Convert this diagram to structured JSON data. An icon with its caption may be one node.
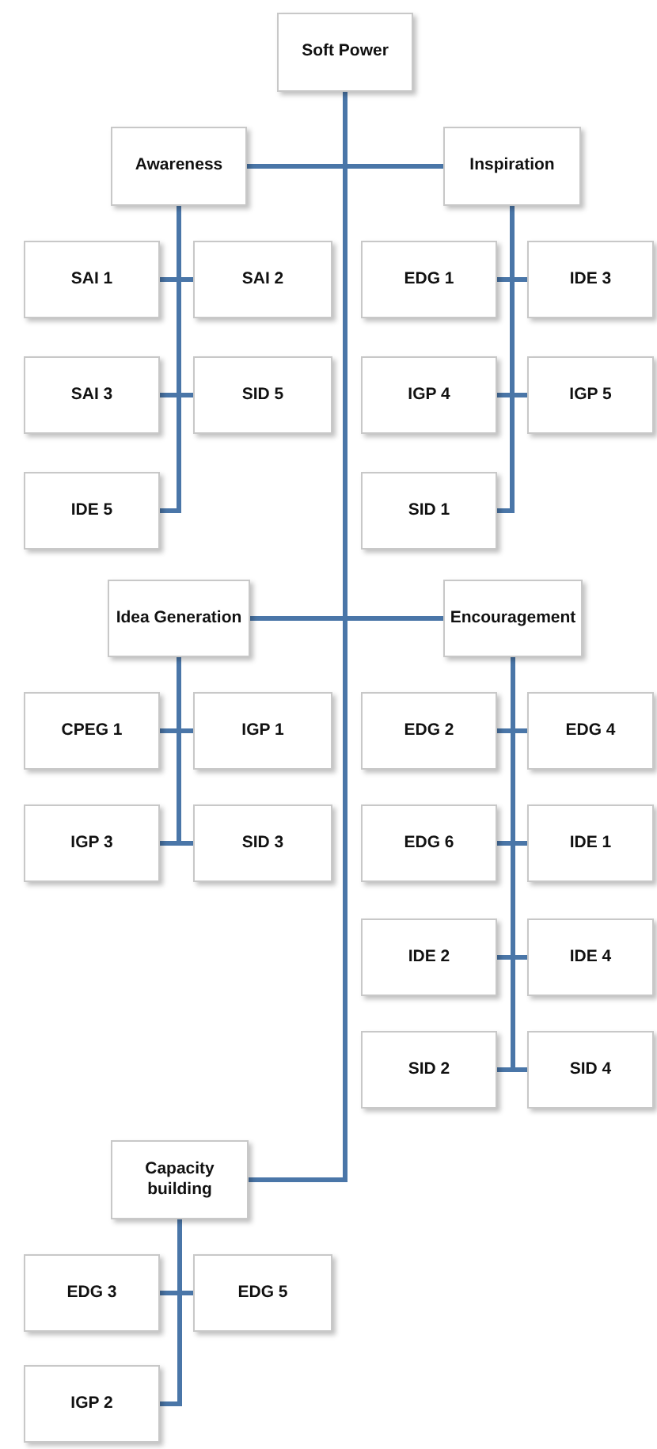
{
  "diagram": {
    "nodes": [
      {
        "text": [
          "Soft Power"
        ]
      },
      {
        "text": [
          "Awareness"
        ]
      },
      {
        "text": [
          "Inspiration"
        ]
      },
      {
        "text": [
          "SAI 1"
        ]
      },
      {
        "text": [
          "SAI 2"
        ]
      },
      {
        "text": [
          "EDG 1"
        ]
      },
      {
        "text": [
          "IDE 3"
        ]
      },
      {
        "text": [
          "SAI 3"
        ]
      },
      {
        "text": [
          "SID 5"
        ]
      },
      {
        "text": [
          "IGP 4"
        ]
      },
      {
        "text": [
          "IGP 5"
        ]
      },
      {
        "text": [
          "IDE 5"
        ]
      },
      {
        "text": [
          "SID 1"
        ]
      },
      {
        "text": [
          "Idea Generation"
        ]
      },
      {
        "text": [
          "Encouragement"
        ]
      },
      {
        "text": [
          "CPEG 1"
        ]
      },
      {
        "text": [
          "IGP 1"
        ]
      },
      {
        "text": [
          "EDG 2"
        ]
      },
      {
        "text": [
          "EDG 4"
        ]
      },
      {
        "text": [
          "IGP 3"
        ]
      },
      {
        "text": [
          "SID 3"
        ]
      },
      {
        "text": [
          "EDG 6"
        ]
      },
      {
        "text": [
          "IDE 1"
        ]
      },
      {
        "text": [
          "IDE 2"
        ]
      },
      {
        "text": [
          "IDE 4"
        ]
      },
      {
        "text": [
          "SID 2"
        ]
      },
      {
        "text": [
          "SID 4"
        ]
      },
      {
        "text": [
          "Capacity building"
        ]
      },
      {
        "text": [
          "EDG 3"
        ]
      },
      {
        "text": [
          "EDG 5"
        ]
      },
      {
        "text": [
          "IGP 2"
        ]
      }
    ],
    "edges": [
      {
        "from": 0,
        "to": 1,
        "arrow": "none"
      },
      {
        "from": 0,
        "to": 2,
        "arrow": "none"
      },
      {
        "from": 0,
        "to": 13,
        "arrow": "none"
      },
      {
        "from": 0,
        "to": 14,
        "arrow": "none"
      },
      {
        "from": 0,
        "to": 27,
        "arrow": "none"
      },
      {
        "from": 1,
        "to": 3,
        "arrow": "none"
      },
      {
        "from": 1,
        "to": 4,
        "arrow": "none"
      },
      {
        "from": 1,
        "to": 7,
        "arrow": "none"
      },
      {
        "from": 1,
        "to": 8,
        "arrow": "none"
      },
      {
        "from": 1,
        "to": 11,
        "arrow": "none"
      },
      {
        "from": 2,
        "to": 5,
        "arrow": "none"
      },
      {
        "from": 2,
        "to": 6,
        "arrow": "none"
      },
      {
        "from": 2,
        "to": 9,
        "arrow": "none"
      },
      {
        "from": 2,
        "to": 10,
        "arrow": "none"
      },
      {
        "from": 2,
        "to": 12,
        "arrow": "none"
      },
      {
        "from": 13,
        "to": 15,
        "arrow": "none"
      },
      {
        "from": 13,
        "to": 16,
        "arrow": "none"
      },
      {
        "from": 13,
        "to": 19,
        "arrow": "none"
      },
      {
        "from": 13,
        "to": 20,
        "arrow": "none"
      },
      {
        "from": 14,
        "to": 17,
        "arrow": "none"
      },
      {
        "from": 14,
        "to": 18,
        "arrow": "none"
      },
      {
        "from": 14,
        "to": 21,
        "arrow": "none"
      },
      {
        "from": 14,
        "to": 22,
        "arrow": "none"
      },
      {
        "from": 14,
        "to": 23,
        "arrow": "none"
      },
      {
        "from": 14,
        "to": 24,
        "arrow": "none"
      },
      {
        "from": 14,
        "to": 25,
        "arrow": "none"
      },
      {
        "from": 14,
        "to": 26,
        "arrow": "none"
      },
      {
        "from": 27,
        "to": 28,
        "arrow": "none"
      },
      {
        "from": 27,
        "to": 29,
        "arrow": "none"
      },
      {
        "from": 27,
        "to": 30,
        "arrow": "none"
      }
    ]
  }
}
